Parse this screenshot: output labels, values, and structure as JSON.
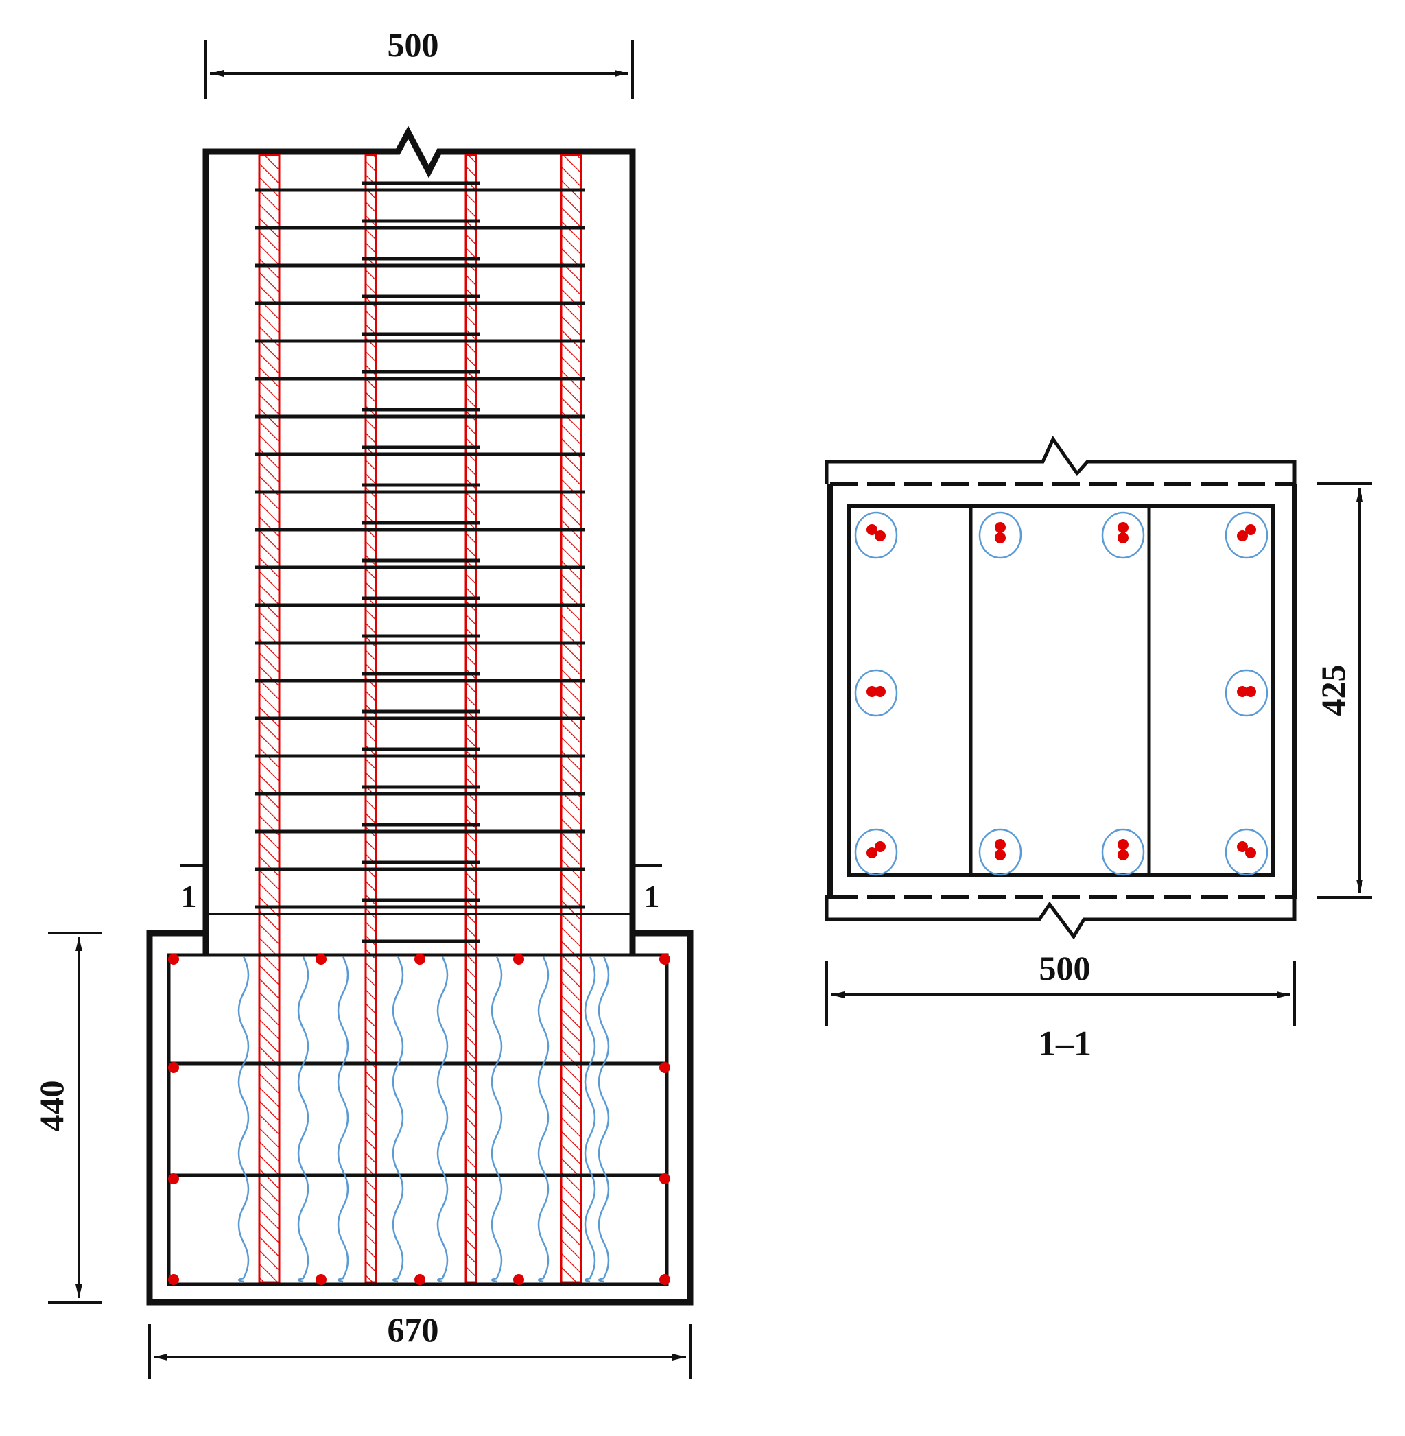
{
  "colors": {
    "line": "#111111",
    "rebar": "#e00000",
    "wave": "#5b9bd5"
  },
  "elevation": {
    "column_width_label": "500",
    "footing_width_label": "670",
    "footing_height_label": "440",
    "section_mark_left": "1",
    "section_mark_right": "1"
  },
  "section": {
    "width_label": "500",
    "height_label": "425",
    "title": "1–1"
  }
}
